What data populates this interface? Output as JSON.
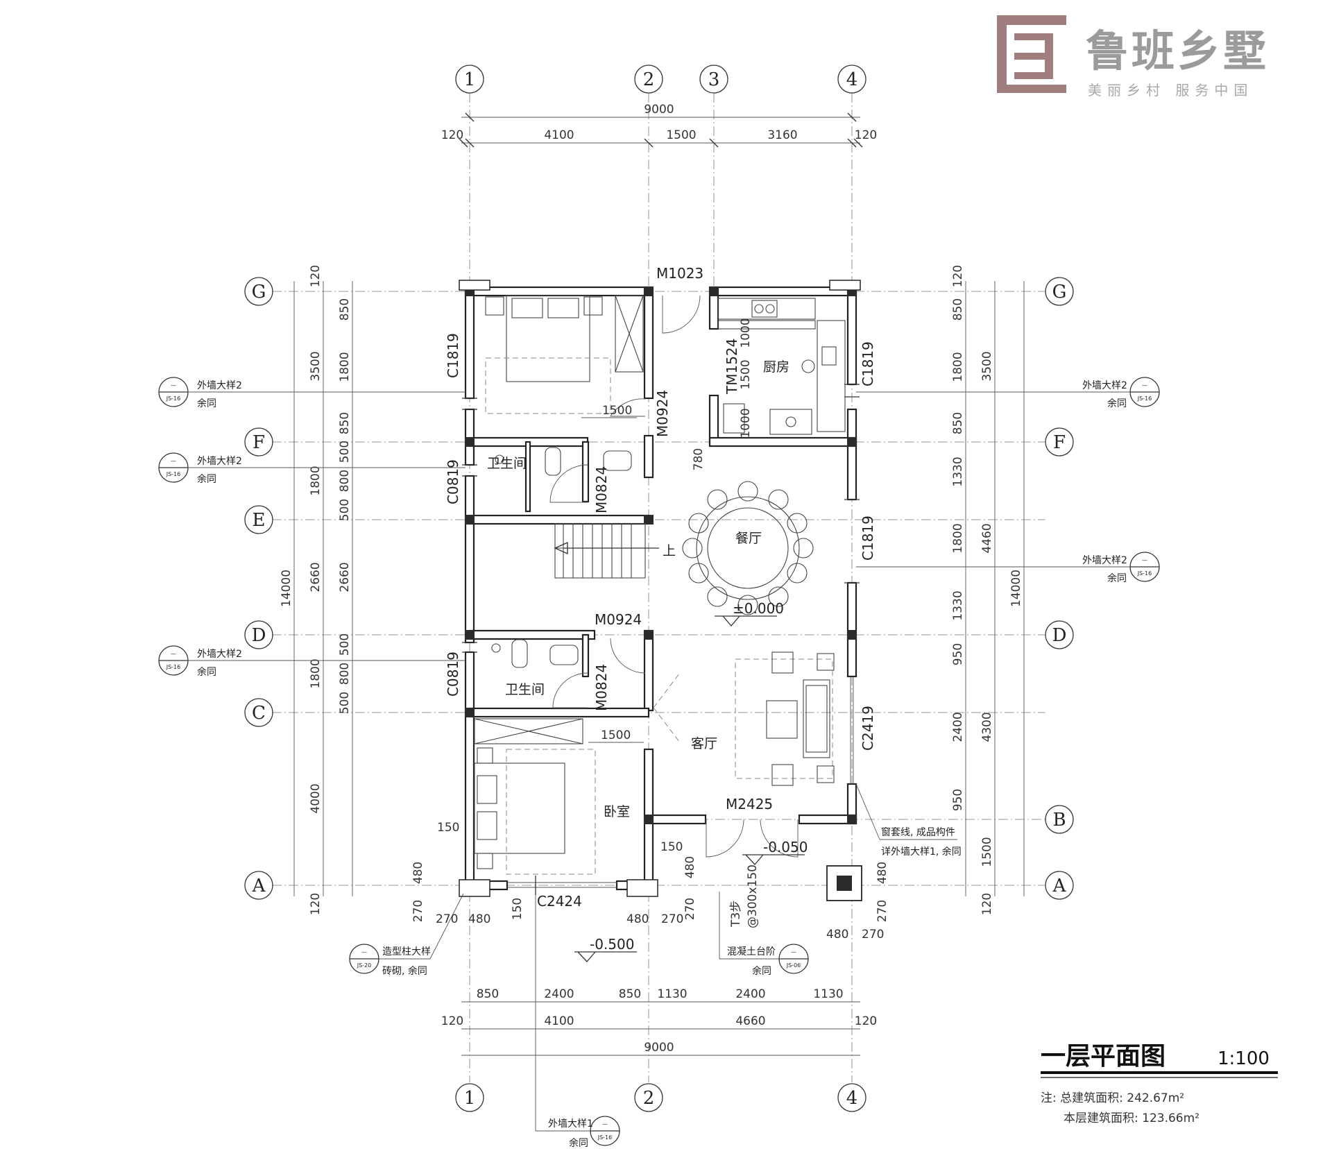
{
  "logo": {
    "name": "鲁班乡墅",
    "slogan": "美丽乡村 服务中国",
    "color": "#a07e80"
  },
  "drawing": {
    "title": "一层平面图",
    "scale": "1:100",
    "note_line1": "注: 总建筑面积: 242.67m²",
    "note_line2": "本层建筑面积: 123.66m²"
  },
  "axes": {
    "vertical": [
      "1",
      "2",
      "3",
      "4"
    ],
    "horizontal": [
      "G",
      "F",
      "E",
      "D",
      "C",
      "B",
      "A"
    ]
  },
  "dimensions": {
    "top_total": "9000",
    "top_row": [
      "120",
      "4100",
      "1500",
      "3160",
      "120"
    ],
    "bottom_row1": [
      "850",
      "2400",
      "850",
      "1130",
      "2400",
      "1130"
    ],
    "bottom_row2": [
      "120",
      "4100",
      "4660",
      "120"
    ],
    "bottom_total": "9000",
    "left_total": "14000",
    "left_mid": [
      "3500",
      "1800",
      "2660",
      "1800",
      "4000",
      "120"
    ],
    "left_inner": [
      "120",
      "850",
      "1800",
      "850",
      "500",
      "800",
      "500",
      "2660",
      "500",
      "800",
      "500",
      "480",
      "270"
    ],
    "right_total": "14000",
    "right_mid": [
      "3500",
      "4460",
      "4300",
      "1500",
      "120"
    ],
    "right_inner": [
      "120",
      "850",
      "1800",
      "850",
      "1330",
      "1800",
      "1330",
      "950",
      "2400",
      "950",
      "480",
      "270"
    ],
    "misc": [
      "1500",
      "780",
      "1500",
      "150",
      "150",
      "480",
      "270",
      "480",
      "270",
      "480",
      "270",
      "150"
    ]
  },
  "rooms": {
    "kitchen": "厨房",
    "wc1": "卫生间",
    "wc2": "卫生间",
    "dining": "餐厅",
    "living": "客厅",
    "bedroom": "卧室",
    "stair_up": "上"
  },
  "codes": {
    "m1023": "M1023",
    "c1819_a": "C1819",
    "c1819_b": "C1819",
    "c1819_c": "C1819",
    "tm1524": "TM1524",
    "m0924_a": "M0924",
    "m0924_b": "M0924",
    "c0819_a": "C0819",
    "c0819_b": "C0819",
    "m0824_a": "M0824",
    "m0824_b": "M0824",
    "c2419": "C2419",
    "m2425": "M2425",
    "c2424": "C2424",
    "k1000a": "1000",
    "k1500": "1500",
    "k1000b": "1000"
  },
  "levels": {
    "floor": "±0.000",
    "entry": "-0.050",
    "outside": "-0.500"
  },
  "steps": {
    "count": "T3步",
    "size": "@300x150"
  },
  "callouts": {
    "wall_detail2": "外墙大样2",
    "same": "余同",
    "ref_js16": "JS-16",
    "dash": "—",
    "window_trim_1": "窗套线, 成品构件",
    "window_trim_2": "详外墙大样1, 余同",
    "column_detail": "造型柱大样",
    "column_detail_2": "砖砌, 余同",
    "ref_js20": "JS-20",
    "concrete_step": "混凝土台阶",
    "ref_js06": "JS-06",
    "wall_detail1": "外墙大样1"
  }
}
